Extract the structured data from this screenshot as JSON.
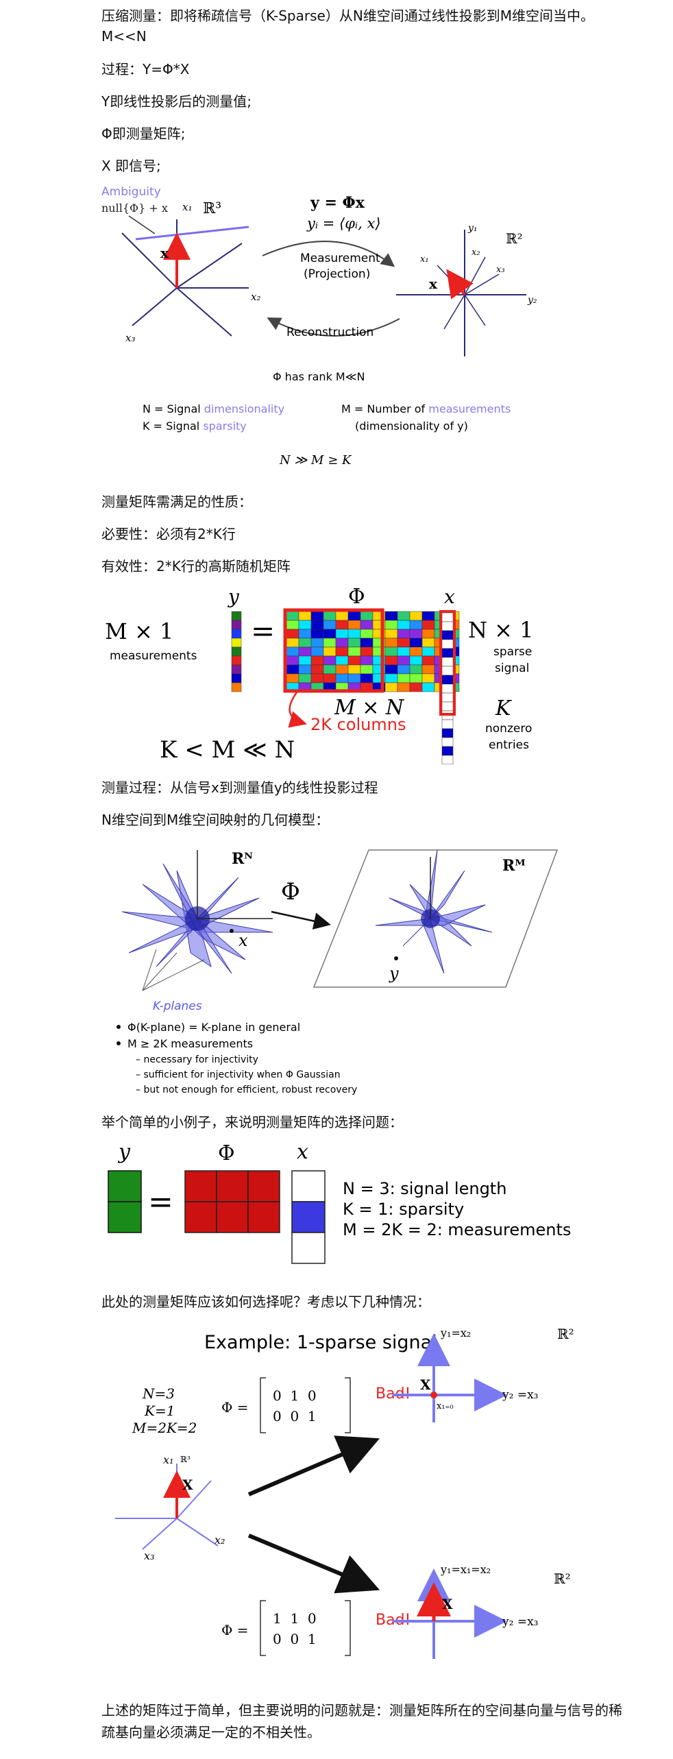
{
  "paragraphs": {
    "intro": "压缩测量：即将稀疏信号（K-Sparse）从N维空间通过线性投影到M维空间当中。",
    "intro2": "M<<N",
    "process": "过程：Y=Φ*X",
    "y_def": "Y即线性投影后的测量值;",
    "phi_def": "Φ即测量矩阵;",
    "x_def": "X 即信号;",
    "properties": "测量矩阵需满足的性质：",
    "necessity": "必要性：必须有2*K行",
    "validity": "有效性：2*K行的高斯随机矩阵",
    "measure_process": "测量过程：从信号x到测量值y的线性投影过程",
    "geometry": "N维空间到M维空间映射的几何模型：",
    "example_intro": "举个简单的小例子，来说明测量矩阵的选择问题：",
    "how_choose": "此处的测量矩阵应该如何选择呢？考虑以下几种情况：",
    "conclusion1": "上述的矩阵过于简单，但主要说明的问题就是：测量矩阵所在的空间基向量与信号的稀",
    "conclusion2": "疏基向量必须满足一定的不相关性。"
  },
  "fig1": {
    "ambiguity": "Ambiguity",
    "null_label": "null{Φ} + x",
    "r3": "ℝ³",
    "x1": "x₁",
    "x2": "x₂",
    "x3": "x₃",
    "x_vec": "x",
    "eq1": "y = Φx",
    "eq2": "yᵢ = ⟨φᵢ, x⟩",
    "measurement": "Measurement",
    "projection": "(Projection)",
    "reconstruction": "Reconstruction",
    "r2": "ℝ²",
    "y1": "y₁",
    "y2": "y₂",
    "rank": "Φ has rank M≪N",
    "n_signal": "N = Signal ",
    "n_dim": "dimensionality",
    "k_signal": "K = Signal ",
    "k_sparsity": "sparsity",
    "m_number": "M = Number of ",
    "m_meas": "measurements",
    "m_dim": "(dimensionality of y)",
    "ineq": "N ≫ M ≥ K"
  },
  "fig2": {
    "y": "y",
    "phi": "Φ",
    "x": "x",
    "m1": "M × 1",
    "measurements": "measurements",
    "eq": "=",
    "mn": "M × N",
    "twok": "2K columns",
    "n1": "N × 1",
    "sparse": "sparse",
    "signal": "signal",
    "k": "K",
    "nonzero": "nonzero",
    "entries": "entries",
    "kmn": "K < M ≪ N",
    "matrix_colors": [
      "#2ecc71",
      "#1e90ff",
      "#00e5ff",
      "#ffd400",
      "#ff7a00",
      "#e8231f",
      "#0000c8",
      "#7fff3a",
      "#8a2be2"
    ],
    "y_colors": [
      "#1a7a1a",
      "#7a1a9a",
      "#1a3aff",
      "#eeee00",
      "#1a7a1a",
      "#e8231f",
      "#7a1a9a",
      "#0000c8",
      "#ff7a00"
    ]
  },
  "fig3": {
    "rn": "Rᴺ",
    "rm": "Rᴹ",
    "phi": "Φ",
    "x": "x",
    "y": "y",
    "kplanes": "K-planes",
    "b1": "Φ(K-plane) = K-plane in general",
    "b2": "M ≥ 2K measurements",
    "s1": "necessary for injectivity",
    "s2": "sufficient for injectivity when Φ Gaussian",
    "s3": "but not enough for efficient, robust recovery"
  },
  "fig4": {
    "y": "y",
    "phi": "Φ",
    "x": "x",
    "eq": "=",
    "l1": "N = 3: signal length",
    "l2": "K = 1: sparsity",
    "l3": "M = 2K = 2: measurements"
  },
  "fig5": {
    "title": "Example: 1-sparse signal",
    "r2": "ℝ²",
    "n3": "N=3",
    "k1": "K=1",
    "m2k": "M=2K=2",
    "phi": "Φ =",
    "m1": [
      "0  1  0",
      "0  0  1"
    ],
    "m2": [
      "1  1  0",
      "0  0  1"
    ],
    "bad": "Bad!",
    "y1x2": "y₁=x₂",
    "y2x3": "y₂ =x₃",
    "x10": "x₁₌₀",
    "y1x1x2": "y₁=x₁=x₂",
    "x1": "x₁",
    "x2": "x₂",
    "x3": "x₃",
    "x_vec": "X",
    "r3": "ℝ³"
  }
}
